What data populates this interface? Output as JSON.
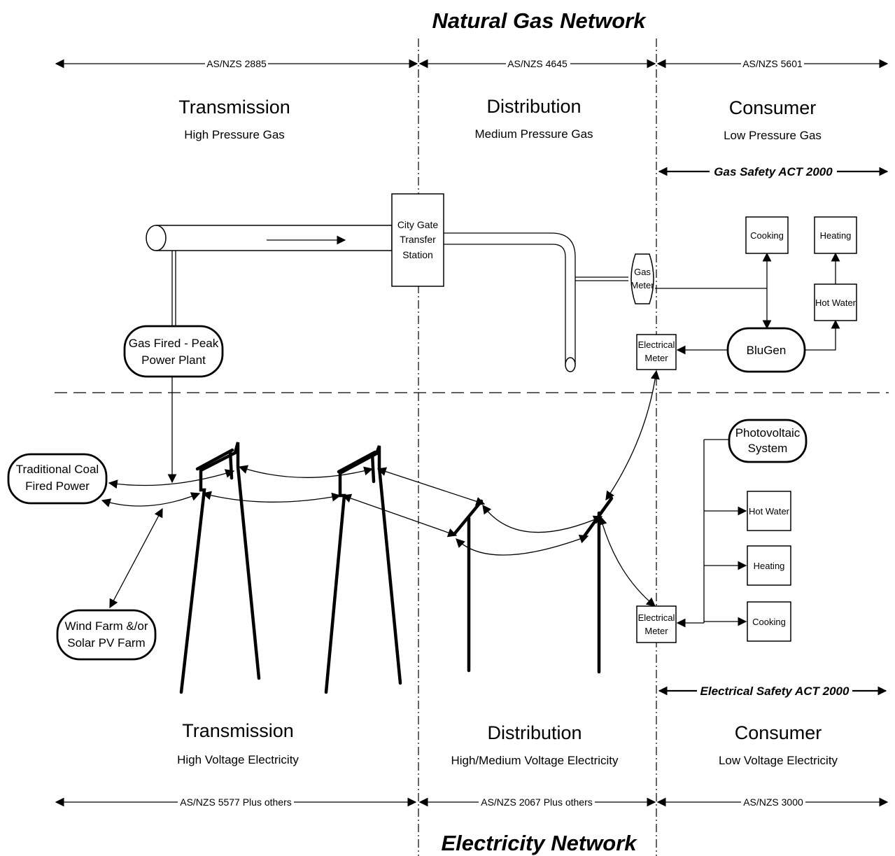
{
  "titles": {
    "gas_network": "Natural Gas Network",
    "electricity_network": "Electricity Network"
  },
  "gas_standards": {
    "transmission": "AS/NZS 2885",
    "distribution": "AS/NZS 4645",
    "consumer": "AS/NZS 5601"
  },
  "gas_sections": {
    "transmission": {
      "heading": "Transmission",
      "sub": "High Pressure Gas"
    },
    "distribution": {
      "heading": "Distribution",
      "sub": "Medium Pressure Gas"
    },
    "consumer": {
      "heading": "Consumer",
      "sub": "Low Pressure Gas"
    }
  },
  "gas_act": "Gas Safety ACT 2000",
  "gas_nodes": {
    "city_gate_1": "City Gate",
    "city_gate_2": "Transfer",
    "city_gate_3": "Station",
    "gas_meter_1": "Gas",
    "gas_meter_2": "Meter",
    "peak_plant_1": "Gas Fired - Peak",
    "peak_plant_2": "Power Plant",
    "cooking": "Cooking",
    "heating": "Heating",
    "hot_water": "Hot Water",
    "blugen": "BluGen",
    "elec_meter_1": "Electrical",
    "elec_meter_2": "Meter"
  },
  "elec_nodes": {
    "coal_1": "Traditional Coal",
    "coal_2": "Fired Power",
    "wind_1": "Wind Farm &/or",
    "wind_2": "Solar PV Farm",
    "pv_1": "Photovoltaic",
    "pv_2": "System",
    "hot_water": "Hot Water",
    "heating": "Heating",
    "cooking": "Cooking",
    "elec_meter_1": "Electrical",
    "elec_meter_2": "Meter"
  },
  "elec_act": "Electrical Safety ACT 2000",
  "elec_sections": {
    "transmission": {
      "heading": "Transmission",
      "sub": "High Voltage Electricity"
    },
    "distribution": {
      "heading": "Distribution",
      "sub": "High/Medium Voltage Electricity"
    },
    "consumer": {
      "heading": "Consumer",
      "sub": "Low Voltage Electricity"
    }
  },
  "elec_standards": {
    "transmission": "AS/NZS 5577 Plus others",
    "distribution": "AS/NZS 2067 Plus others",
    "consumer": "AS/NZS 3000"
  }
}
